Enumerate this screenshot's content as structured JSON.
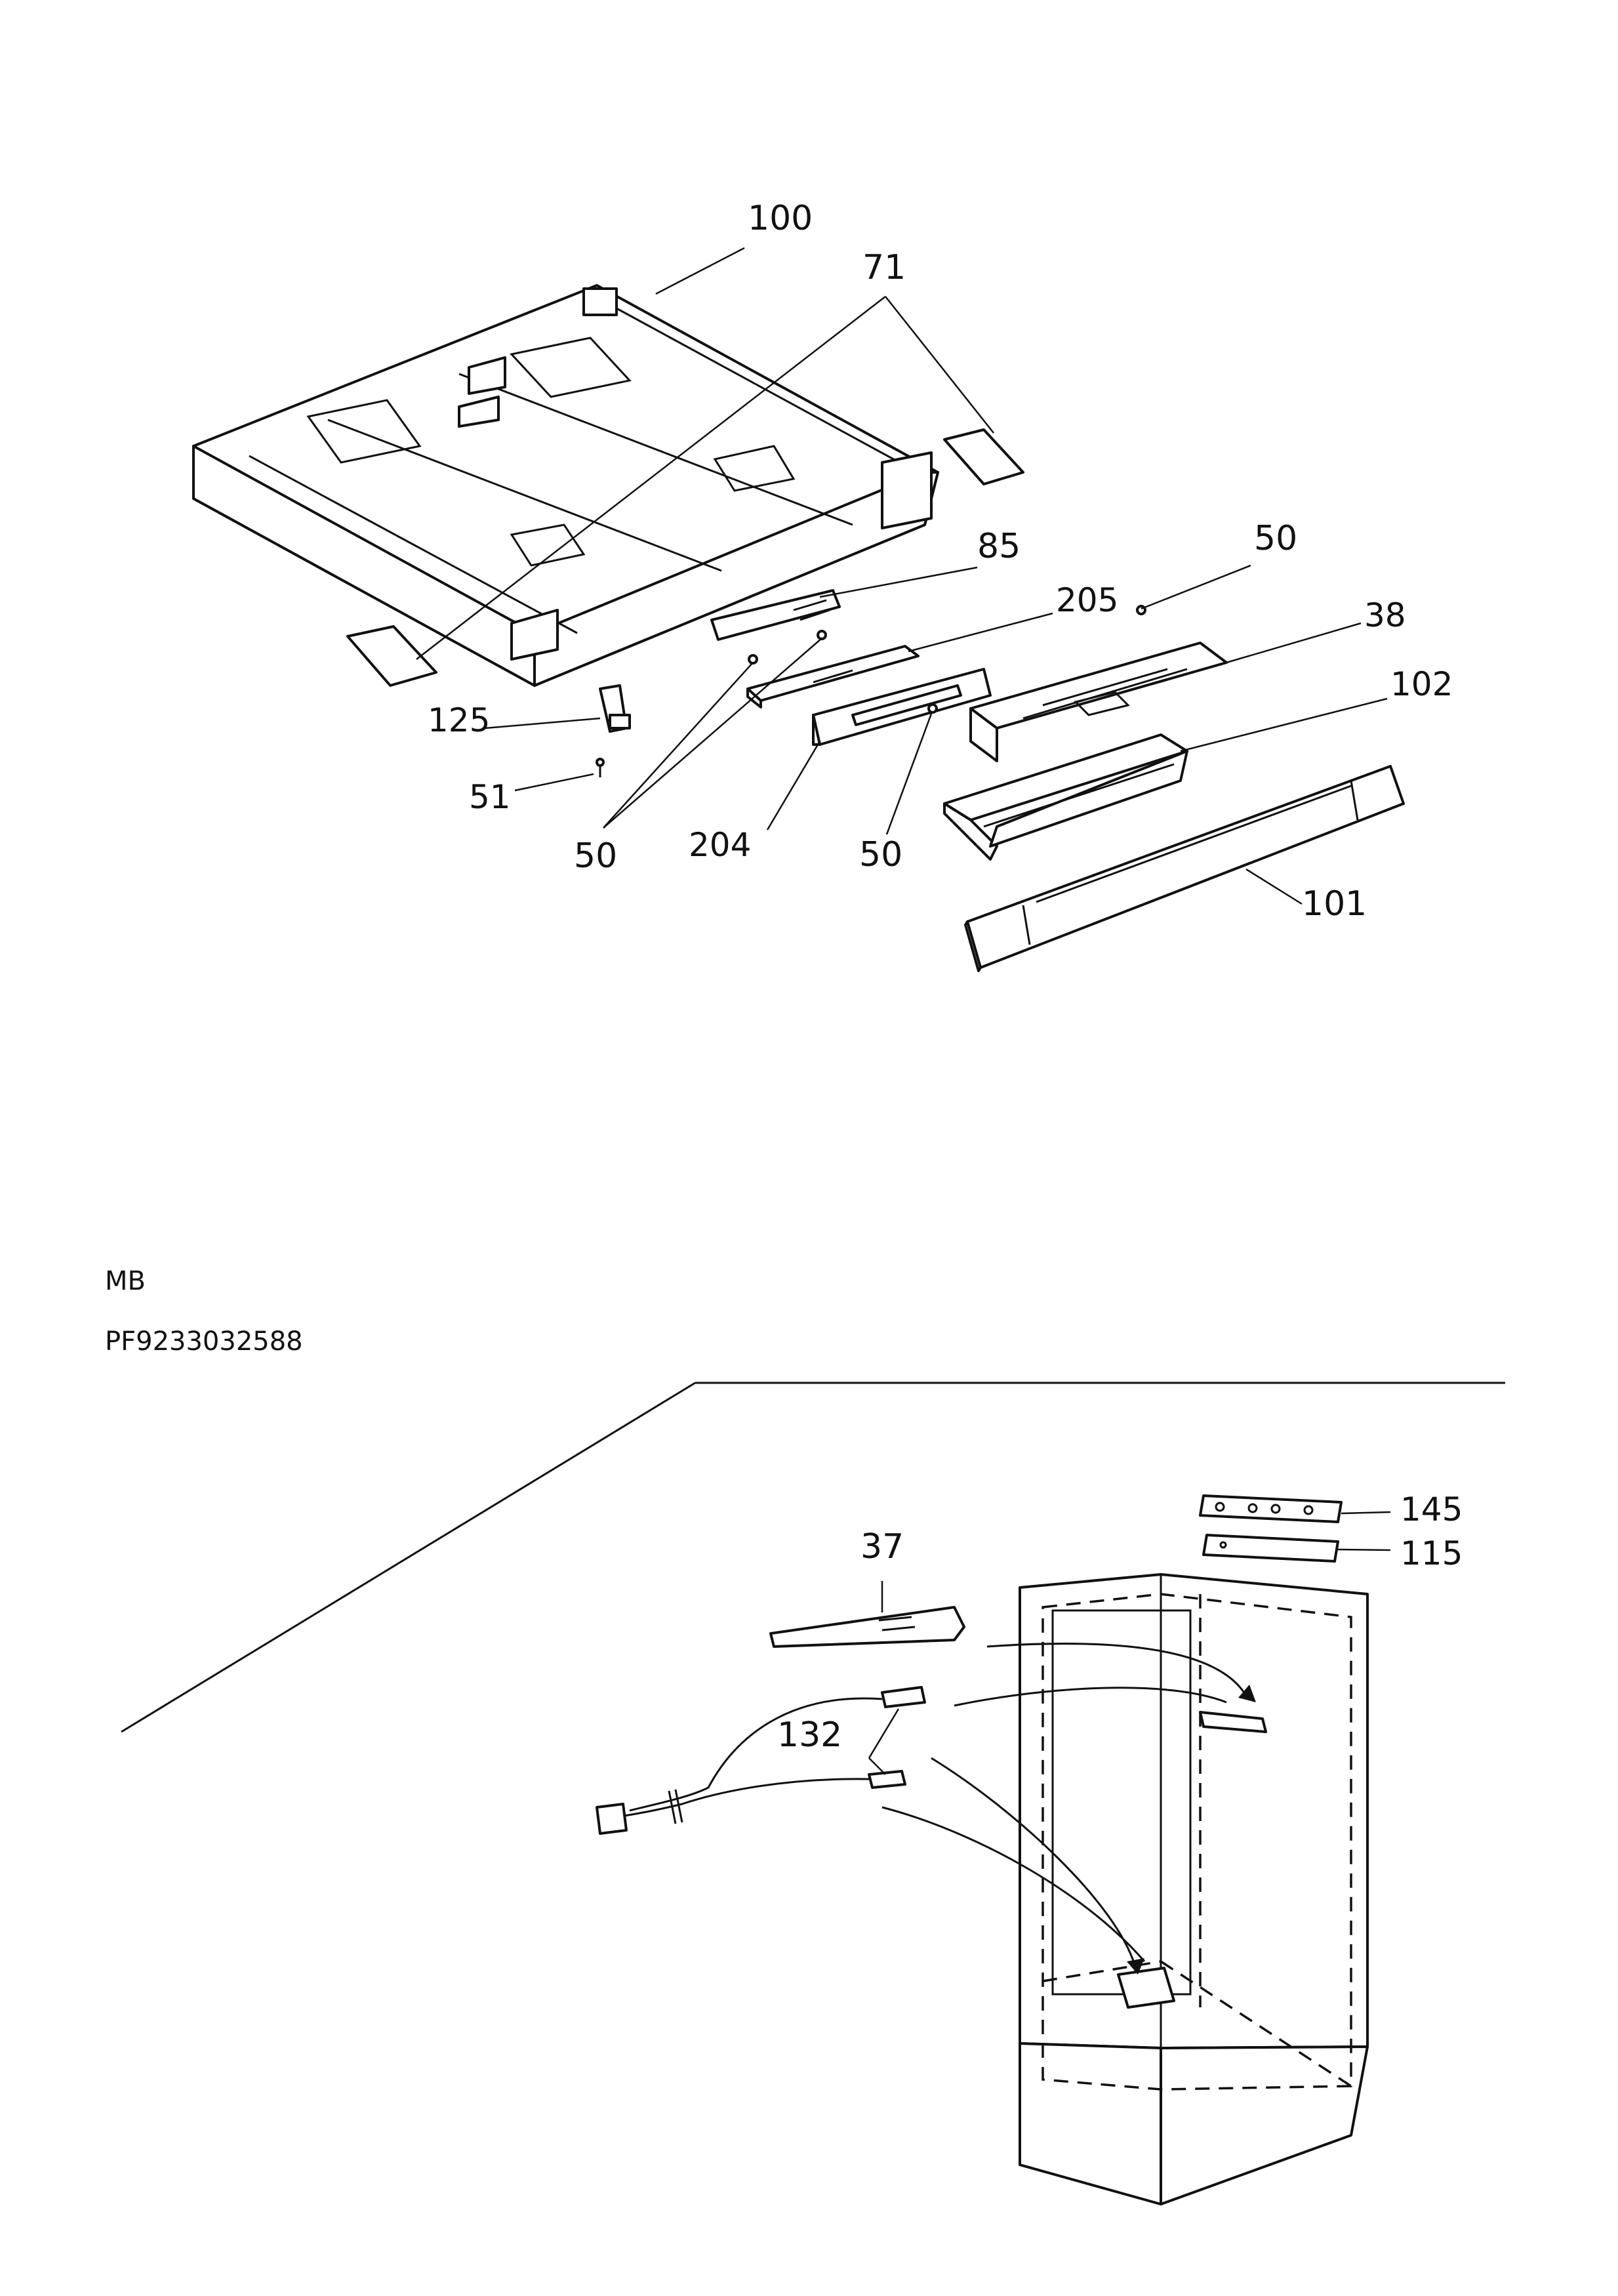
{
  "meta": {
    "model_code": "MB",
    "product_code": "PF9233032588"
  },
  "top_assembly": {
    "labels": {
      "p100": "100",
      "p71": "71",
      "p85": "85",
      "p50_a": "50",
      "p205": "205",
      "p38": "38",
      "p102": "102",
      "p125": "125",
      "p51": "51",
      "p50_b": "50",
      "p204": "204",
      "p50_c": "50",
      "p101": "101"
    }
  },
  "bottom_assembly": {
    "labels": {
      "p145": "145",
      "p115": "115",
      "p37": "37",
      "p132": "132"
    }
  }
}
